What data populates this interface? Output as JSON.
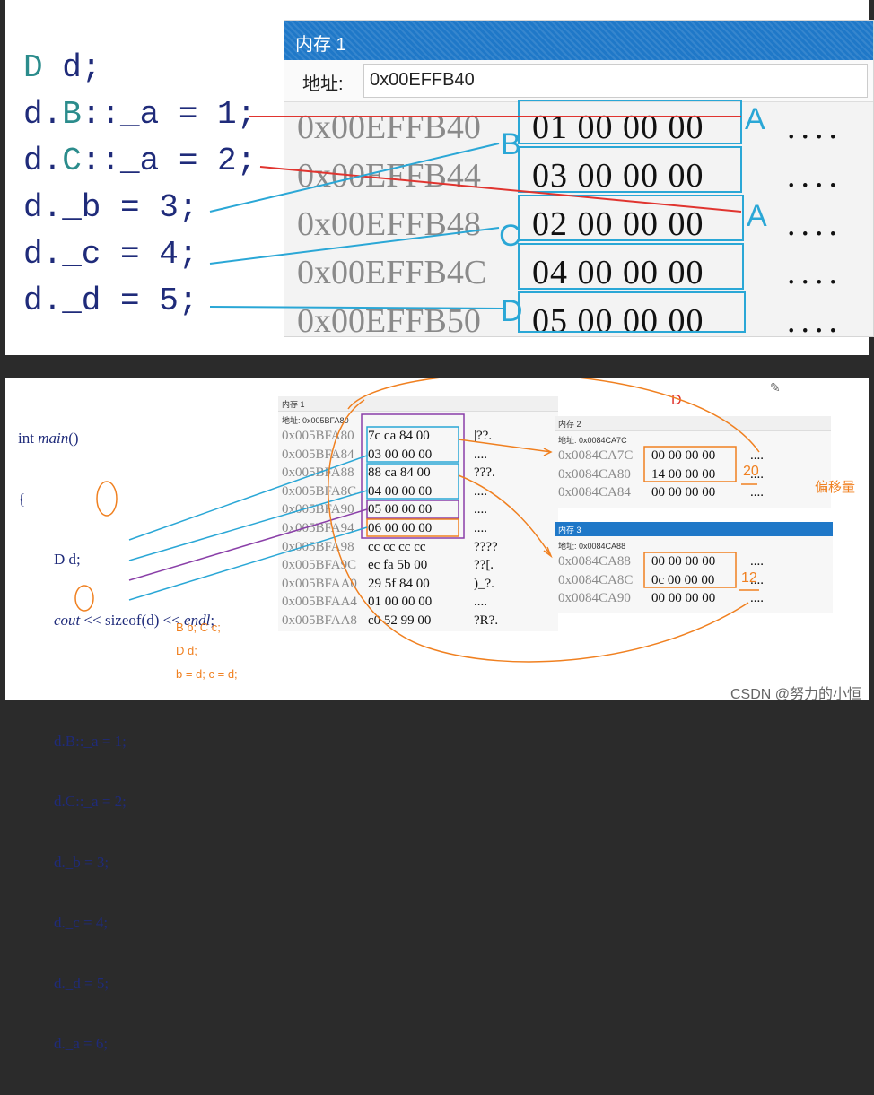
{
  "top": {
    "code_lines": [
      {
        "pre": "D ",
        "post": "d;"
      },
      {
        "pre": "d.",
        "cls": "B",
        "post": "::_a = 1;"
      },
      {
        "pre": "d.",
        "cls": "C",
        "post": "::_a = 2;"
      },
      {
        "pre": "d._b = 3;"
      },
      {
        "pre": "d._c = 4;"
      },
      {
        "pre": "d._d = 5;"
      }
    ],
    "memory_window": {
      "title": "内存 1",
      "address_label": "地址:",
      "address_value": "0x00EFFB40",
      "rows": [
        {
          "addr": "0x00EFFB40",
          "bytes": "01 00 00 00",
          "ascii": "...."
        },
        {
          "addr": "0x00EFFB44",
          "bytes": "03 00 00 00",
          "ascii": "...."
        },
        {
          "addr": "0x00EFFB48",
          "bytes": "02 00 00 00",
          "ascii": "...."
        },
        {
          "addr": "0x00EFFB4C",
          "bytes": "04 00 00 00",
          "ascii": "...."
        },
        {
          "addr": "0x00EFFB50",
          "bytes": "05 00 00 00",
          "ascii": "...."
        }
      ],
      "annotations": {
        "a1": "A",
        "a2": "A",
        "b": "B",
        "c": "C",
        "d": "D"
      }
    }
  },
  "bottom": {
    "code": {
      "sig_int": "int",
      "sig_main": "main",
      "sig_parens": "()",
      "brace_open": "{",
      "line_decl": "D d;",
      "line_cout_1": "cout",
      "line_cout_2": " << sizeof(d) << ",
      "line_cout_3": "endl",
      "line_cout_4": ";",
      "assignments": [
        "d.B::_a = 1;",
        "d.C::_a = 2;",
        "d._b = 3;",
        "d._c = 4;",
        "d._d = 5;",
        "d._a = 6;"
      ]
    },
    "notes": [
      "B b;  C c;",
      "D d;",
      "b = d;   c = d;"
    ],
    "memory1": {
      "title": "内存 1",
      "address_label": "地址:",
      "address_value": "0x005BFA80",
      "rows": [
        {
          "addr": "0x005BFA80",
          "bytes": "7c ca 84 00",
          "ascii": "|??."
        },
        {
          "addr": "0x005BFA84",
          "bytes": "03 00 00 00",
          "ascii": "...."
        },
        {
          "addr": "0x005BFA88",
          "bytes": "88 ca 84 00",
          "ascii": "???."
        },
        {
          "addr": "0x005BFA8C",
          "bytes": "04 00 00 00",
          "ascii": "...."
        },
        {
          "addr": "0x005BFA90",
          "bytes": "05 00 00 00",
          "ascii": "...."
        },
        {
          "addr": "0x005BFA94",
          "bytes": "06 00 00 00",
          "ascii": "...."
        },
        {
          "addr": "0x005BFA98",
          "bytes": "cc cc cc cc",
          "ascii": "????"
        },
        {
          "addr": "0x005BFA9C",
          "bytes": "ec fa 5b 00",
          "ascii": "??[."
        },
        {
          "addr": "0x005BFAA0",
          "bytes": "29 5f 84 00",
          "ascii": ")_?."
        },
        {
          "addr": "0x005BFAA4",
          "bytes": "01 00 00 00",
          "ascii": "...."
        },
        {
          "addr": "0x005BFAA8",
          "bytes": "c0 52 99 00",
          "ascii": "?R?."
        }
      ]
    },
    "memory2": {
      "title": "内存 2",
      "address_label": "地址:",
      "address_value": "0x0084CA7C",
      "rows": [
        {
          "addr": "0x0084CA7C",
          "bytes": "00 00 00 00",
          "ascii": "...."
        },
        {
          "addr": "0x0084CA80",
          "bytes": "14 00 00 00",
          "ascii": "...."
        },
        {
          "addr": "0x0084CA84",
          "bytes": "00 00 00 00",
          "ascii": "...."
        }
      ],
      "handwritten": "20"
    },
    "memory3": {
      "title": "内存 3",
      "address_label": "地址:",
      "address_value": "0x0084CA88",
      "rows": [
        {
          "addr": "0x0084CA88",
          "bytes": "00 00 00 00",
          "ascii": "...."
        },
        {
          "addr": "0x0084CA8C",
          "bytes": "0c 00 00 00",
          "ascii": "...."
        },
        {
          "addr": "0x0084CA90",
          "bytes": "00 00 00 00",
          "ascii": "...."
        }
      ],
      "handwritten": "12"
    },
    "label_D": "D",
    "label_offset": "偏移量",
    "watermark": "CSDN @努力的小恒"
  },
  "colors": {
    "blue_line": "#2aa7d6",
    "red_line": "#e0342f",
    "orange": "#f08020",
    "purple": "#8a3fa8",
    "title_blue": "#1f78c8"
  }
}
